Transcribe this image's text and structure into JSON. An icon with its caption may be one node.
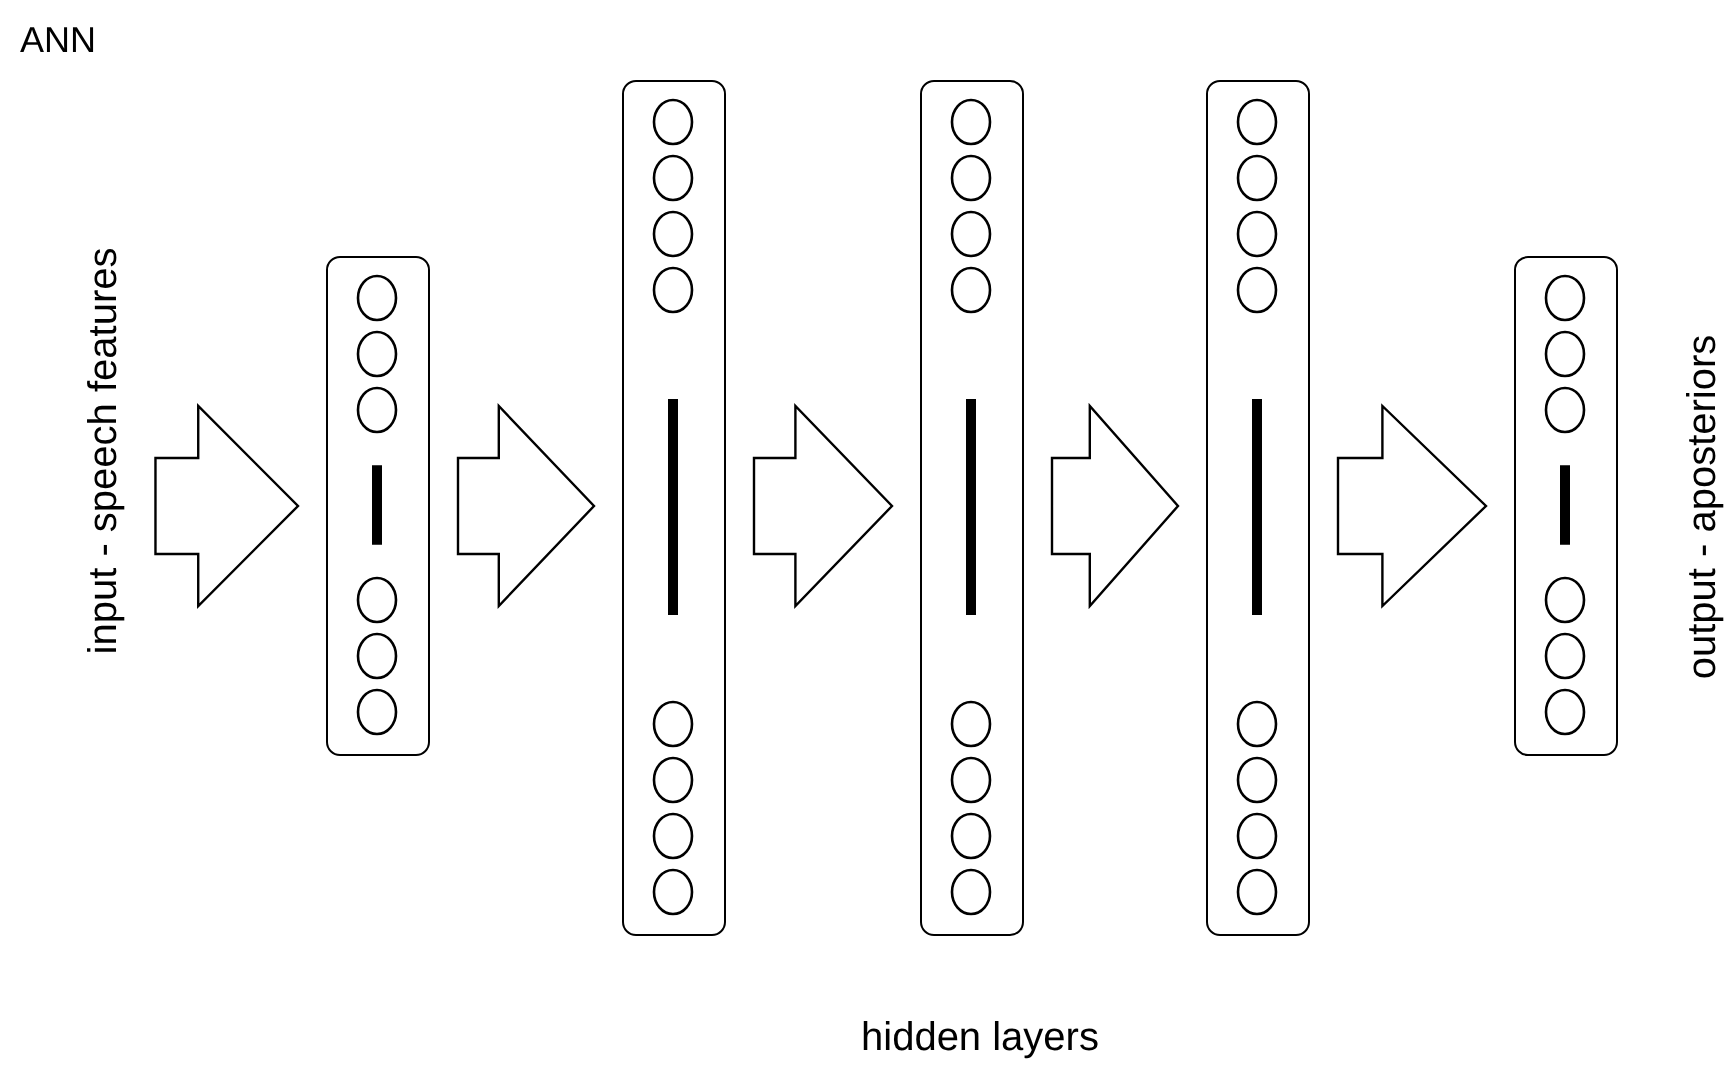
{
  "diagram": {
    "title": "ANN",
    "nodes": [
      {
        "text": [
          "input - speech features"
        ]
      },
      {
        "text": [],
        "shape": "box"
      },
      {
        "text": [],
        "shape": "box"
      },
      {
        "text": [],
        "shape": "box"
      },
      {
        "text": [],
        "shape": "box"
      },
      {
        "text": [],
        "shape": "box"
      }
    ],
    "edges": [
      {
        "from": 0,
        "to": 1,
        "arrow": "to"
      },
      {
        "from": 1,
        "to": 2,
        "arrow": "to"
      },
      {
        "from": 2,
        "to": 3,
        "arrow": "to"
      },
      {
        "from": 3,
        "to": 4,
        "arrow": "to"
      },
      {
        "from": 4,
        "to": 5,
        "arrow": "to"
      }
    ],
    "labels": [
      "output - aposteriors",
      "hidden layers"
    ]
  }
}
